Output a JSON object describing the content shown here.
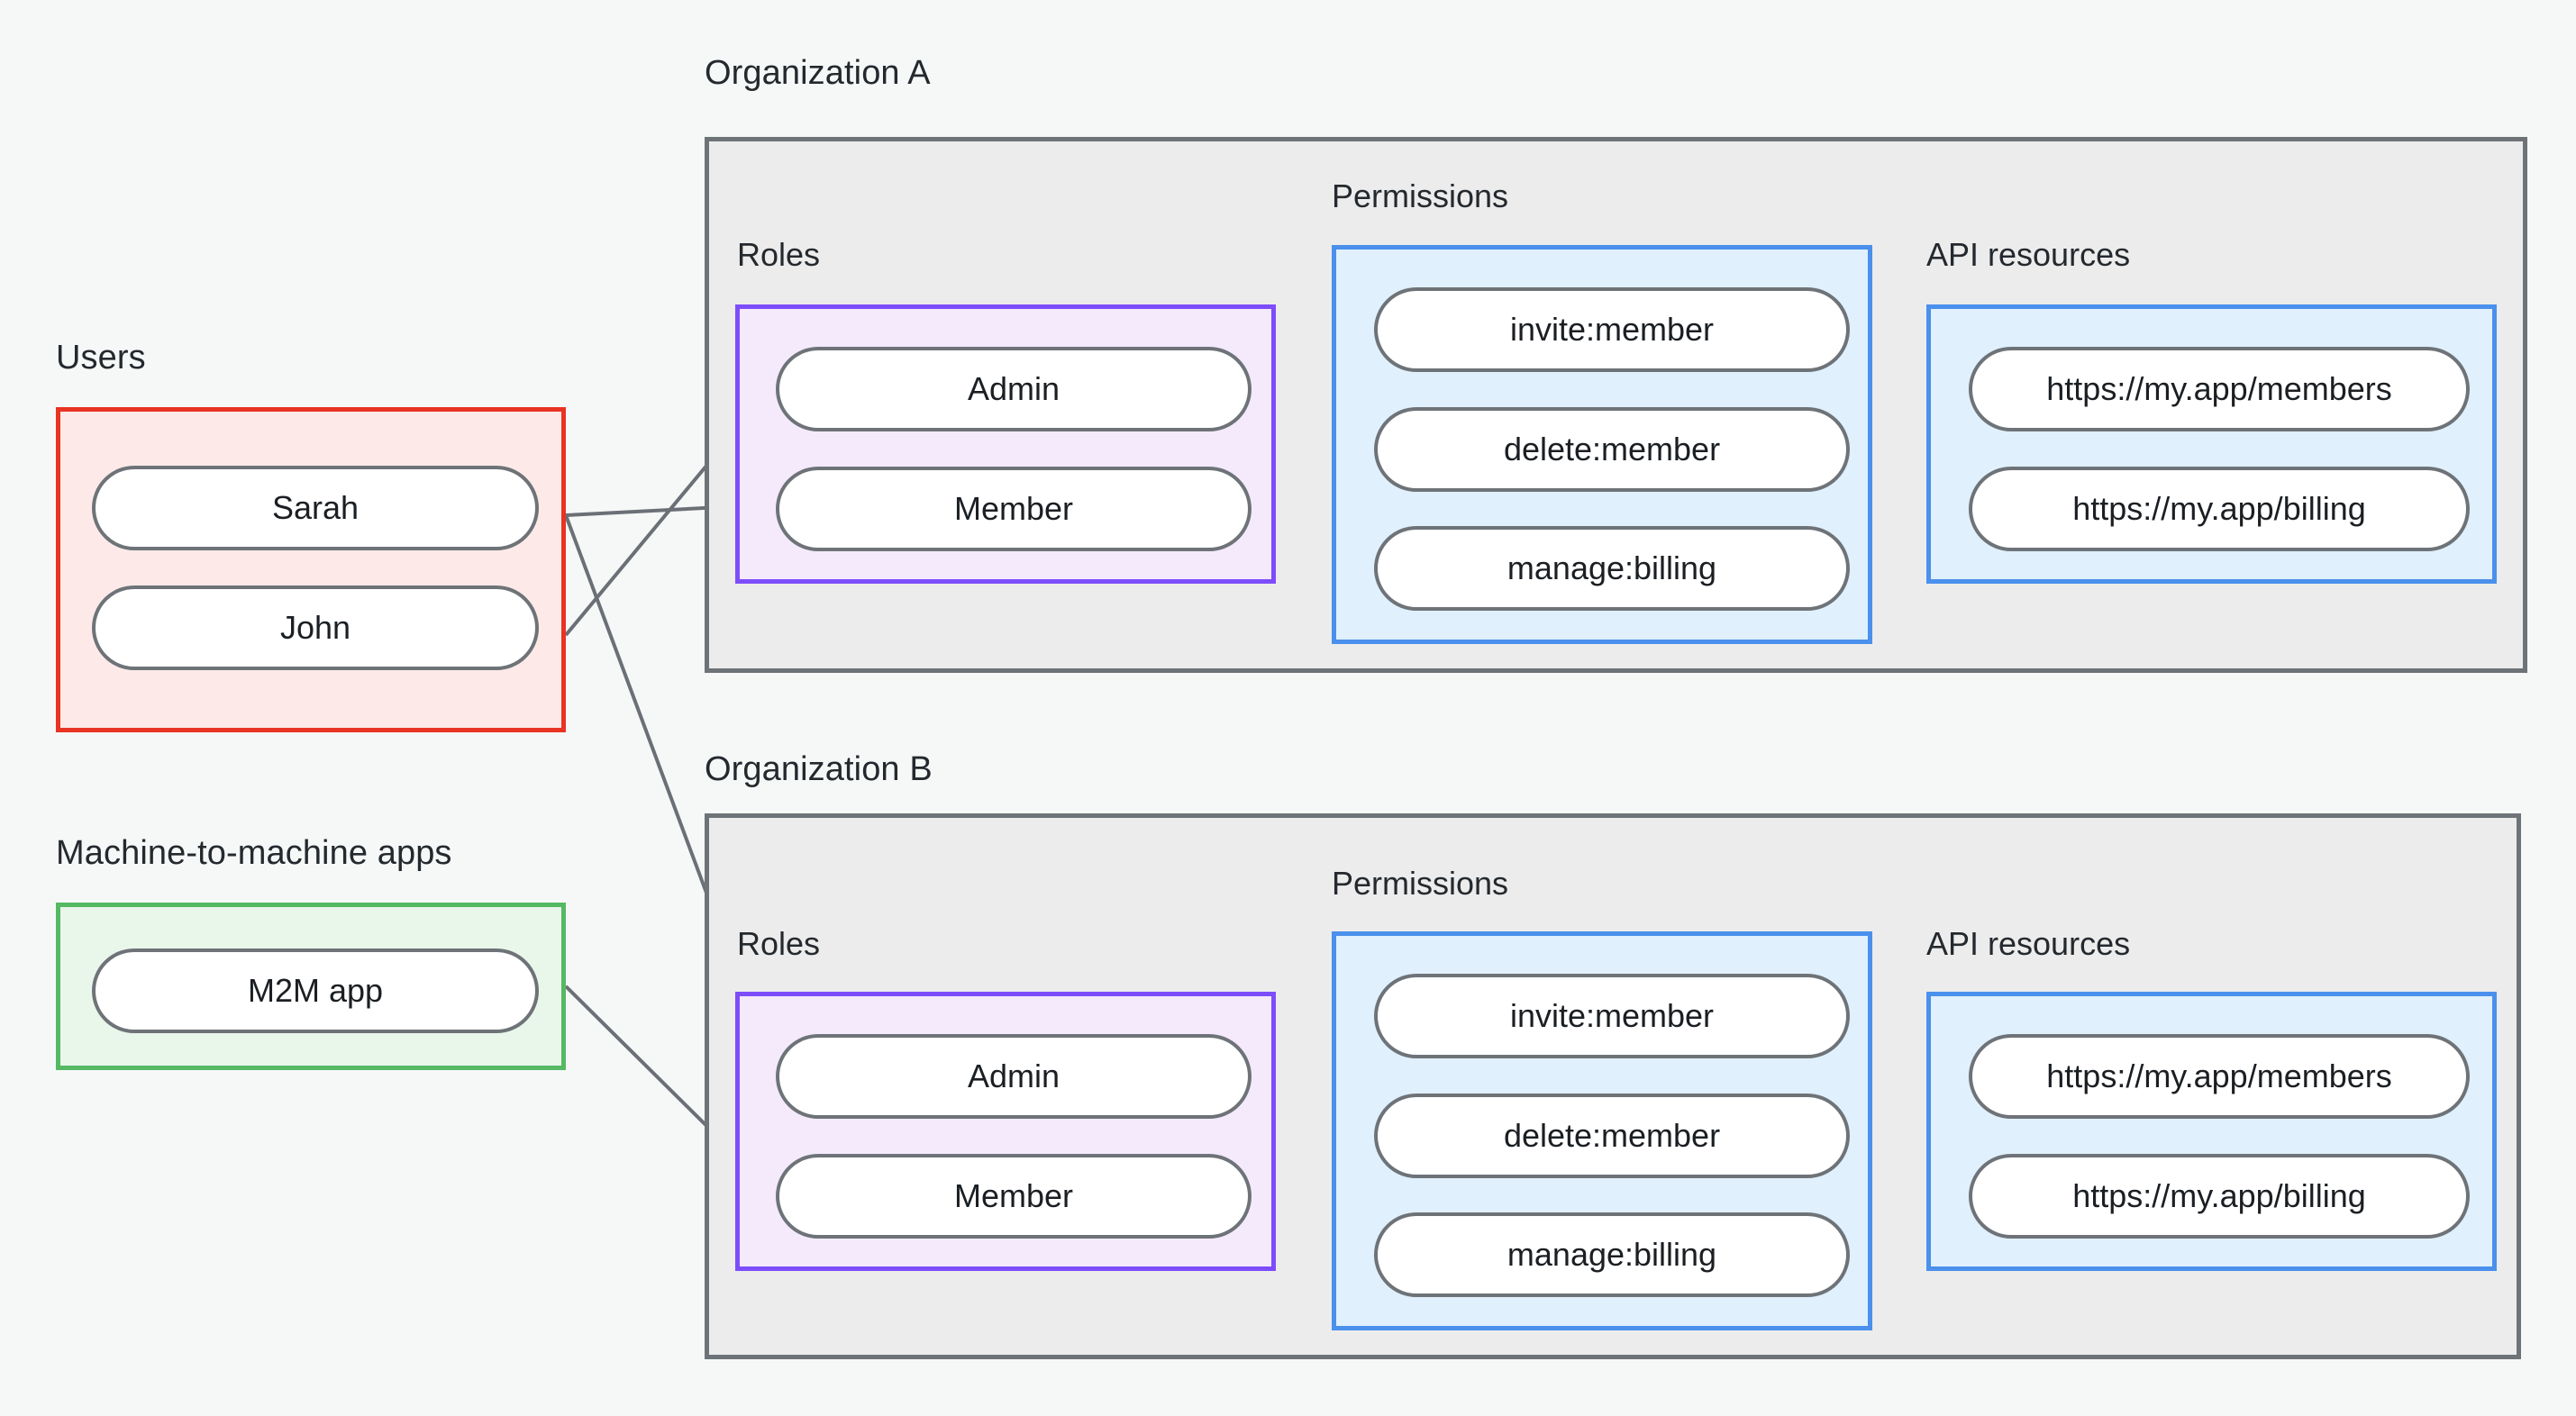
{
  "diagram": {
    "title_visible": false,
    "background_color": "#f6f8f8",
    "line_color": "#6b7076",
    "node_border_color": "#6e7378",
    "node_fill_color": "#ffffff"
  },
  "users_group": {
    "label": "Users",
    "border_color": "#e93323",
    "fill_color": "#fdeae8",
    "items": [
      {
        "label": "Sarah"
      },
      {
        "label": "John"
      }
    ]
  },
  "m2m_group": {
    "label": "Machine-to-machine apps",
    "border_color": "#55b863",
    "fill_color": "#e9f6ea",
    "items": [
      {
        "label": "M2M app"
      }
    ]
  },
  "organizations": [
    {
      "label": "Organization A",
      "border_color": "#6e7378",
      "fill_color": "#ececec",
      "roles": {
        "label": "Roles",
        "border_color": "#7d4dfb",
        "fill_color": "#f4eafc",
        "items": [
          {
            "label": "Admin"
          },
          {
            "label": "Member"
          }
        ]
      },
      "permissions": {
        "label": "Permissions",
        "border_color": "#4a90ec",
        "fill_color": "#e0f0fd",
        "items": [
          {
            "label": "invite:member"
          },
          {
            "label": "delete:member"
          },
          {
            "label": "manage:billing"
          }
        ]
      },
      "api_resources": {
        "label": "API resources",
        "border_color": "#4a90ec",
        "fill_color": "#e0f0fd",
        "items": [
          {
            "label": "https://my.app/members"
          },
          {
            "label": "https://my.app/billing"
          }
        ]
      }
    },
    {
      "label": "Organization B",
      "border_color": "#6e7378",
      "fill_color": "#ececec",
      "roles": {
        "label": "Roles",
        "border_color": "#7d4dfb",
        "fill_color": "#f4eafc",
        "items": [
          {
            "label": "Admin"
          },
          {
            "label": "Member"
          }
        ]
      },
      "permissions": {
        "label": "Permissions",
        "border_color": "#4a90ec",
        "fill_color": "#e0f0fd",
        "items": [
          {
            "label": "invite:member"
          },
          {
            "label": "delete:member"
          },
          {
            "label": "manage:billing"
          }
        ]
      },
      "api_resources": {
        "label": "API resources",
        "border_color": "#4a90ec",
        "fill_color": "#e0f0fd",
        "items": [
          {
            "label": "https://my.app/members"
          },
          {
            "label": "https://my.app/billing"
          }
        ]
      }
    }
  ],
  "connections": [
    {
      "from": "Sarah",
      "to": "Organization A / Member"
    },
    {
      "from": "John",
      "to": "Organization A / Admin"
    },
    {
      "from": "Sarah",
      "to": "Organization B / Admin"
    },
    {
      "from": "M2M app",
      "to": "Organization B / Member"
    },
    {
      "from": "Organization A / Admin",
      "to": "Organization A / invite:member"
    },
    {
      "from": "Organization A / Admin",
      "to": "Organization A / delete:member"
    },
    {
      "from": "Organization A / Member",
      "to": "Organization A / manage:billing"
    },
    {
      "from": "Organization A / invite:member",
      "to": "Organization A / https://my.app/members"
    },
    {
      "from": "Organization A / delete:member",
      "to": "Organization A / https://my.app/members"
    },
    {
      "from": "Organization A / manage:billing",
      "to": "Organization A / https://my.app/billing"
    },
    {
      "from": "Organization B / Admin",
      "to": "Organization B / invite:member"
    },
    {
      "from": "Organization B / Admin",
      "to": "Organization B / delete:member"
    },
    {
      "from": "Organization B / Member",
      "to": "Organization B / manage:billing"
    },
    {
      "from": "Organization B / invite:member",
      "to": "Organization B / https://my.app/members"
    },
    {
      "from": "Organization B / delete:member",
      "to": "Organization B / https://my.app/members"
    },
    {
      "from": "Organization B / manage:billing",
      "to": "Organization B / https://my.app/billing"
    }
  ]
}
